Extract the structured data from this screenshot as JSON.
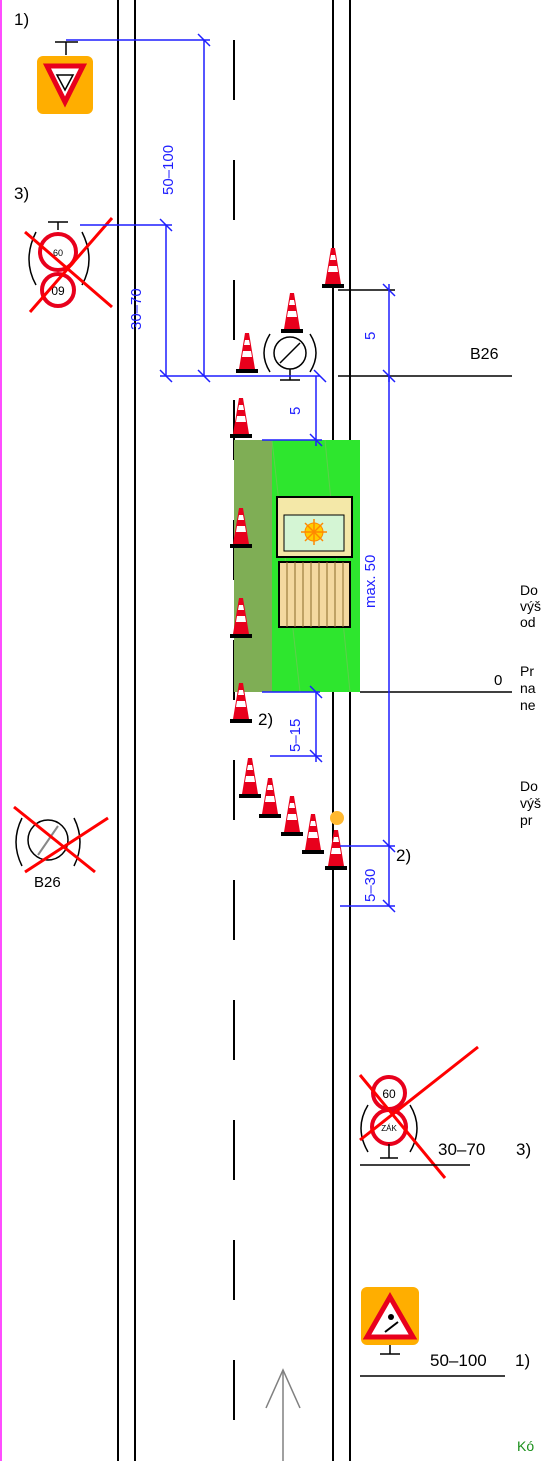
{
  "notes": {
    "n1_top": "1)",
    "n3_top": "3)",
    "n2_a": "2)",
    "n2_b": "2)",
    "n3_bottom": "3)",
    "n1_bottom": "1)"
  },
  "dimensions": {
    "d50_100_top": "50–100",
    "d30_70_top": "30–70",
    "d5_right_top": "5",
    "d5_center": "5",
    "max50": "max. 50",
    "d5_15": "5–15",
    "d5_30": "5–30",
    "zero": "0",
    "d30_70_bottom": "30–70",
    "d50_100_bottom": "50–100"
  },
  "sign_labels": {
    "b26_right": "B26",
    "b26_left": "B26"
  },
  "side_text": {
    "line1": "Do",
    "line2": "výš",
    "line3": "od",
    "line4": "Pr",
    "line5": "na",
    "line6": "ne",
    "line7": "Do",
    "line8": "výš",
    "line9": "pr"
  },
  "footer": {
    "code": "Kó"
  },
  "colors": {
    "dimension": "#1f1fff",
    "work_zone": "#2ee62e",
    "shoulder": "#7fae55",
    "sign_orange": "#ffae00",
    "sign_red": "#e8001c",
    "cross": "#ff0000",
    "footer_text": "#1a8f1a",
    "magenta_edge": "#ff4dff"
  }
}
